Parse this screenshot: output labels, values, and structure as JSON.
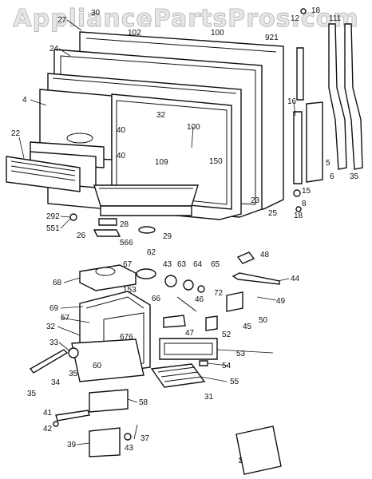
{
  "watermark": "AppliancePartsPros.com",
  "labels": {
    "p1": "1",
    "p4": "4",
    "p5": "5",
    "p6": "6",
    "p8": "8",
    "p12": "12",
    "p15": "15",
    "p16": "16",
    "p18a": "18",
    "p18b": "18",
    "p22": "22",
    "p23": "23",
    "p24": "24",
    "p25": "25",
    "p26": "26",
    "p27": "27",
    "p28": "28",
    "p29": "29",
    "p30": "30",
    "p31": "31",
    "p32a": "32",
    "p32b": "32",
    "p33": "33",
    "p34": "34",
    "p35a": "35",
    "p35b": "35",
    "p35c": "35",
    "p37": "37",
    "p39": "39",
    "p40a": "40",
    "p40b": "40",
    "p41": "41",
    "p42": "42",
    "p43a": "43",
    "p43b": "43",
    "p44": "44",
    "p45": "45",
    "p46": "46",
    "p47": "47",
    "p48": "48",
    "p49": "49",
    "p50": "50",
    "p52": "52",
    "p53": "53",
    "p54": "54",
    "p55": "55",
    "p57": "57",
    "p58": "58",
    "p60": "60",
    "p62": "62",
    "p63": "63",
    "p64": "64",
    "p65": "65",
    "p66": "66",
    "p67": "67",
    "p68": "68",
    "p69": "69",
    "p72": "72",
    "p100a": "100",
    "p100b": "100",
    "p102": "102",
    "p109": "109",
    "p111": "111",
    "p150": "150",
    "p153": "153",
    "p292": "292",
    "p551": "551",
    "p566": "566",
    "p676": "676",
    "p921": "921"
  }
}
